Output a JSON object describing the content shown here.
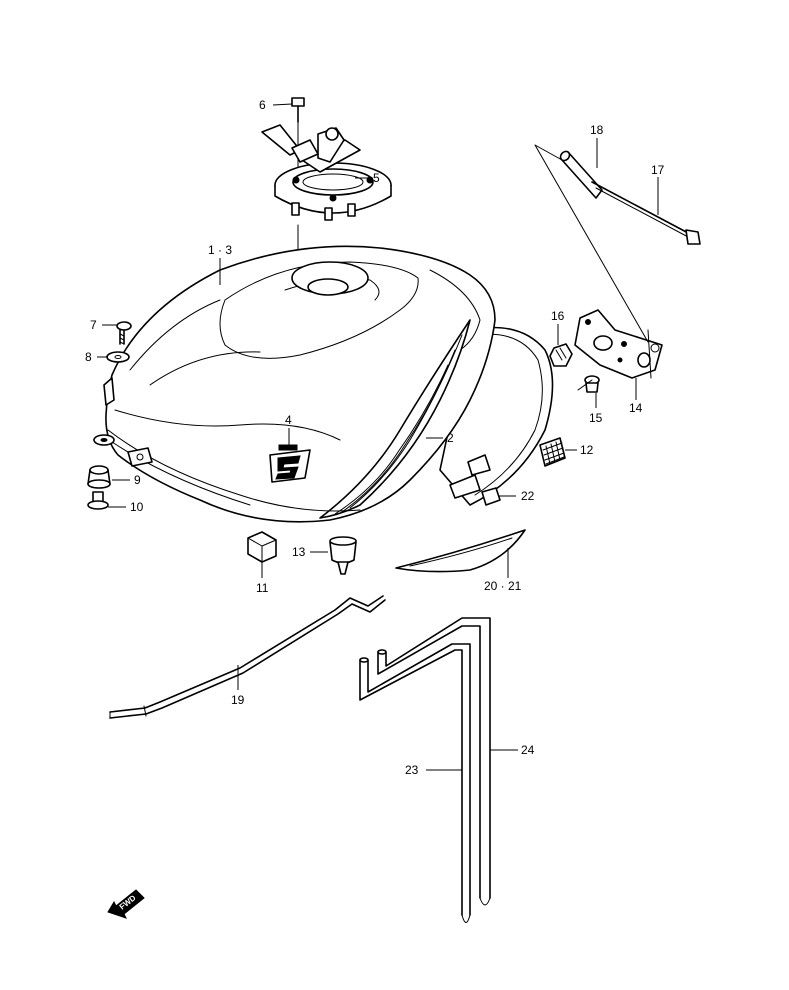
{
  "labels": {
    "l1": "1 · 3",
    "l2": "2",
    "l4": "4",
    "l5": "5",
    "l6": "6",
    "l7": "7",
    "l8": "8",
    "l9": "9",
    "l10": "10",
    "l11": "11",
    "l12": "12",
    "l13": "13",
    "l14": "14",
    "l15": "15",
    "l16": "16",
    "l17": "17",
    "l18": "18",
    "l19": "19",
    "l20": "20 · 21",
    "l22": "22",
    "l23": "23",
    "l24": "24"
  },
  "fwd_marker": "FWD"
}
